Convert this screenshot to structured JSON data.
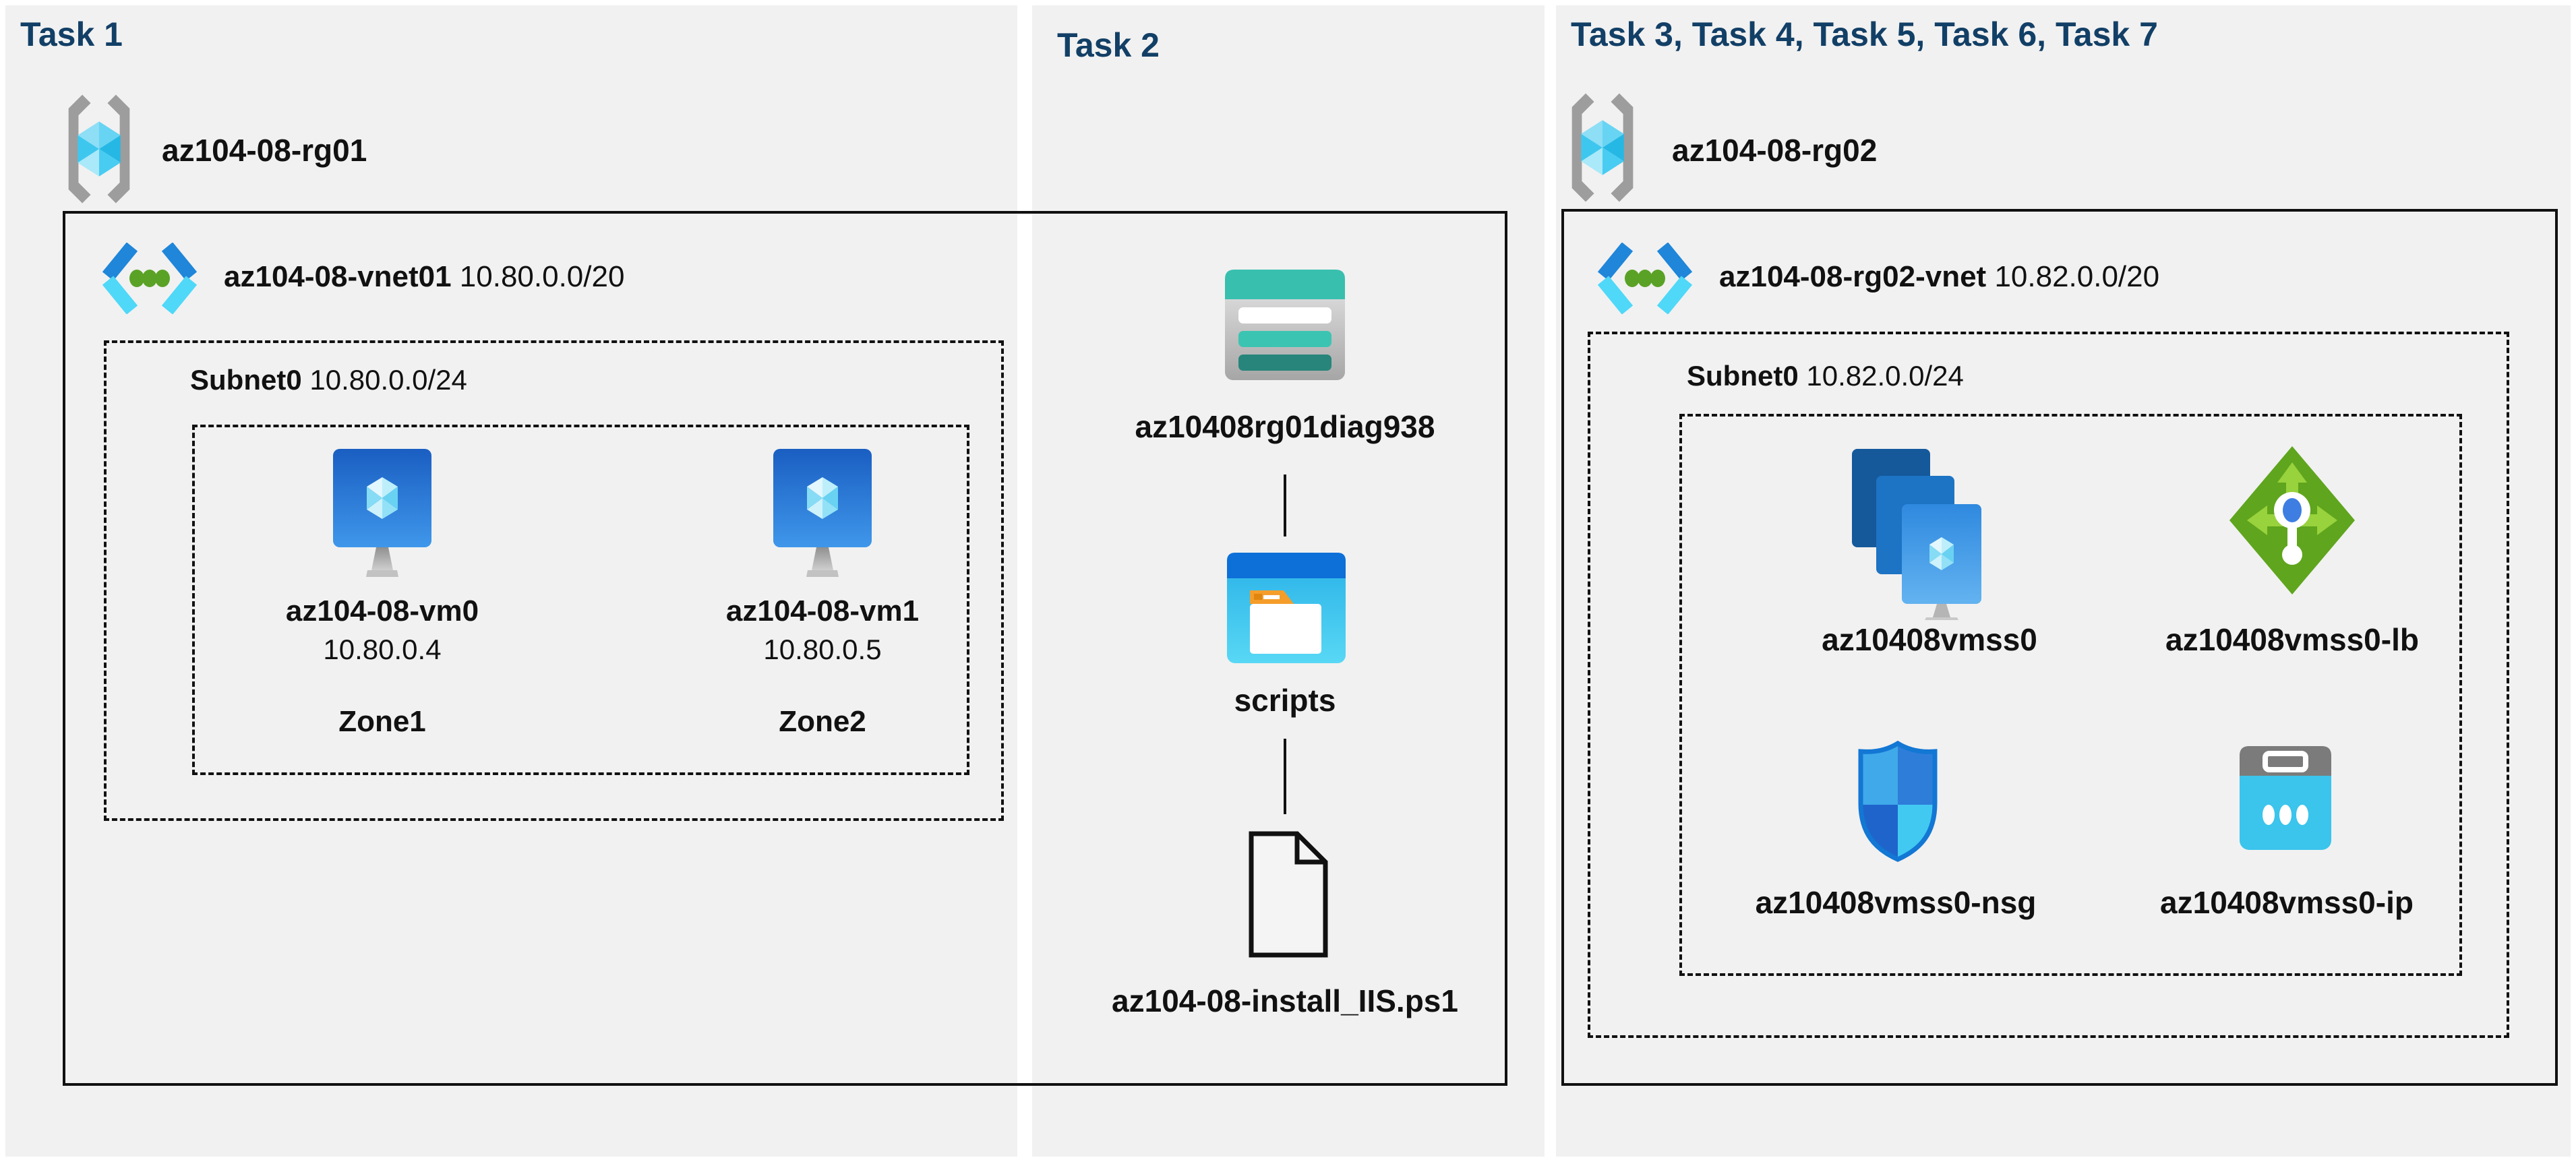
{
  "panels": {
    "task1": {
      "header": "Task 1"
    },
    "task2": {
      "header": "Task 2"
    },
    "task3": {
      "header": "Task 3, Task 4, Task 5, Task 6, Task 7"
    }
  },
  "resource_groups": {
    "rg01": {
      "name": "az104-08-rg01"
    },
    "rg02": {
      "name": "az104-08-rg02"
    }
  },
  "vnet1": {
    "name": "az104-08-vnet01",
    "cidr": "10.80.0.0/20"
  },
  "subnet1": {
    "name": "Subnet0",
    "cidr": "10.80.0.0/24"
  },
  "vm0": {
    "name": "az104-08-vm0",
    "ip": "10.80.0.4",
    "zone": "Zone1"
  },
  "vm1": {
    "name": "az104-08-vm1",
    "ip": "10.80.0.5",
    "zone": "Zone2"
  },
  "storage": {
    "account": "az10408rg01diag938",
    "folder": "scripts",
    "file": "az104-08-install_IIS.ps1"
  },
  "vnet2": {
    "name": "az104-08-rg02-vnet",
    "cidr": "10.82.0.0/20"
  },
  "subnet2": {
    "name": "Subnet0",
    "cidr": "10.82.0.0/24"
  },
  "vmss": {
    "name": "az10408vmss0"
  },
  "lb": {
    "name": "az10408vmss0-lb"
  },
  "nsg": {
    "name": "az10408vmss0-nsg"
  },
  "pip": {
    "name": "az10408vmss0-ip"
  },
  "icon_names": {
    "rg": "resource-group-icon",
    "vnet": "virtual-network-icon",
    "vm": "virtual-machine-icon",
    "storage": "storage-account-icon",
    "folder": "folder-icon",
    "file": "file-icon",
    "vmss": "vm-scale-set-icon",
    "lb": "load-balancer-icon",
    "nsg": "network-security-group-icon",
    "pip": "public-ip-icon"
  },
  "colors": {
    "panel_bg": "#f1f1f1",
    "header_navy": "#123f66",
    "line_black": "#111111",
    "teal": "#38bfae",
    "cyan": "#3bc4ec",
    "green": "#5fa51d",
    "blue": "#1f86d9"
  }
}
